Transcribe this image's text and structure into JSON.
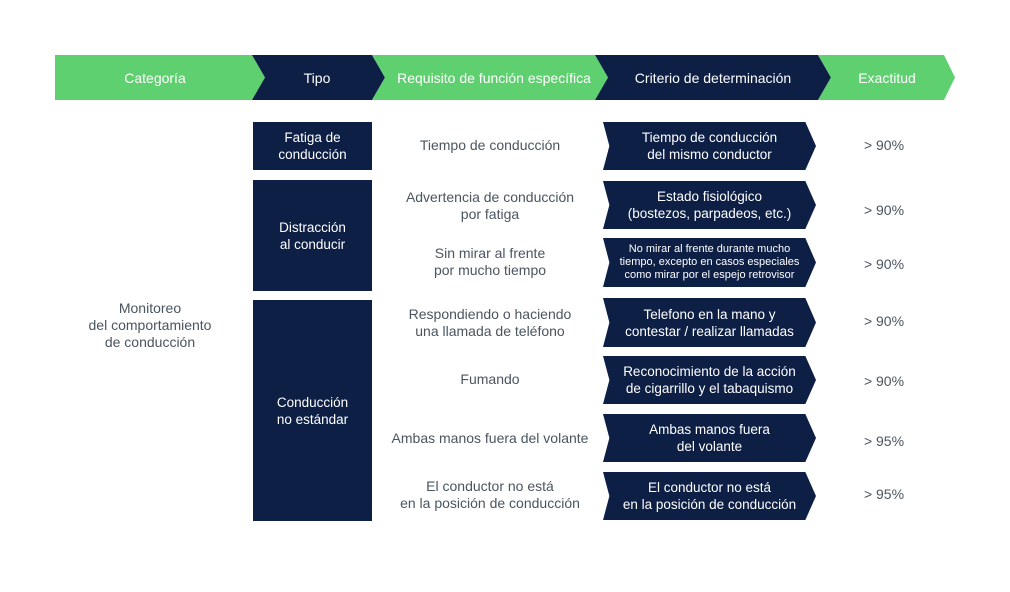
{
  "colors": {
    "green": "#5fd06f",
    "navy": "#0d1f45"
  },
  "header": {
    "categoria": "Categoría",
    "tipo": "Tipo",
    "requisito": "Requisito de función específica",
    "criterio": "Criterio de determinación",
    "exactitud": "Exactitud"
  },
  "category": "Monitoreo\ndel comportamiento\nde conducción",
  "types": [
    "Fatiga de\nconducción",
    "Distracción\nal conducir",
    "Conducción\nno estándar"
  ],
  "rows": [
    {
      "requirement": "Tiempo de conducción",
      "criterion": "Tiempo de conducción\ndel mismo conductor",
      "accuracy": "> 90%"
    },
    {
      "requirement": "Advertencia de conducción\npor fatiga",
      "criterion": "Estado fisiológico\n(bostezos, parpadeos, etc.)",
      "accuracy": "> 90%"
    },
    {
      "requirement": "Sin mirar al frente\npor mucho tiempo",
      "criterion": "No mirar al frente durante mucho\ntiempo, excepto en casos especiales\ncomo mirar por el espejo retrovisor",
      "accuracy": "> 90%"
    },
    {
      "requirement": "Respondiendo o haciendo\nuna llamada de teléfono",
      "criterion": "Telefono en la mano y\ncontestar / realizar llamadas",
      "accuracy": "> 90%"
    },
    {
      "requirement": "Fumando",
      "criterion": "Reconocimiento de la acción\nde cigarrillo y el tabaquismo",
      "accuracy": "> 90%"
    },
    {
      "requirement": "Ambas manos fuera del volante",
      "criterion": "Ambas manos fuera\ndel volante",
      "accuracy": "> 95%"
    },
    {
      "requirement": "El conductor no está\nen la posición de conducción",
      "criterion": "El conductor no está\nen la posición de conducción",
      "accuracy": "> 95%"
    }
  ]
}
